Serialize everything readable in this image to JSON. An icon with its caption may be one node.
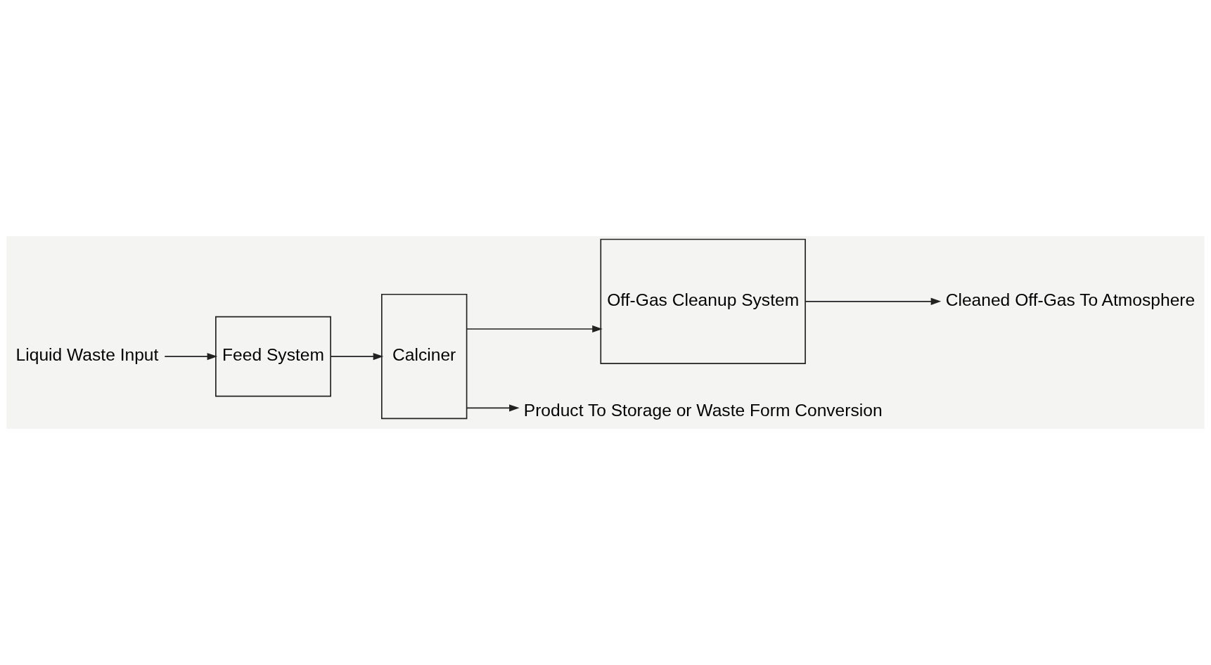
{
  "diagram": {
    "nodes": [
      {
        "text": [
          "Liquid Waste Input"
        ]
      },
      {
        "text": [
          "Feed System"
        ]
      },
      {
        "text": [
          "Calciner"
        ]
      },
      {
        "text": [
          "Off-Gas Cleanup System"
        ]
      },
      {
        "text": [
          "Cleaned Off-Gas To Atmosphere"
        ]
      },
      {
        "text": [
          "Product To Storage or Waste Form Conversion"
        ]
      }
    ],
    "edges": [
      {
        "from": 0,
        "to": 1,
        "arrow": "to"
      },
      {
        "from": 1,
        "to": 2,
        "arrow": "to"
      },
      {
        "from": 2,
        "to": 3,
        "arrow": "to"
      },
      {
        "from": 3,
        "to": 4,
        "arrow": "to"
      },
      {
        "from": 2,
        "to": 5,
        "arrow": "to"
      }
    ]
  }
}
